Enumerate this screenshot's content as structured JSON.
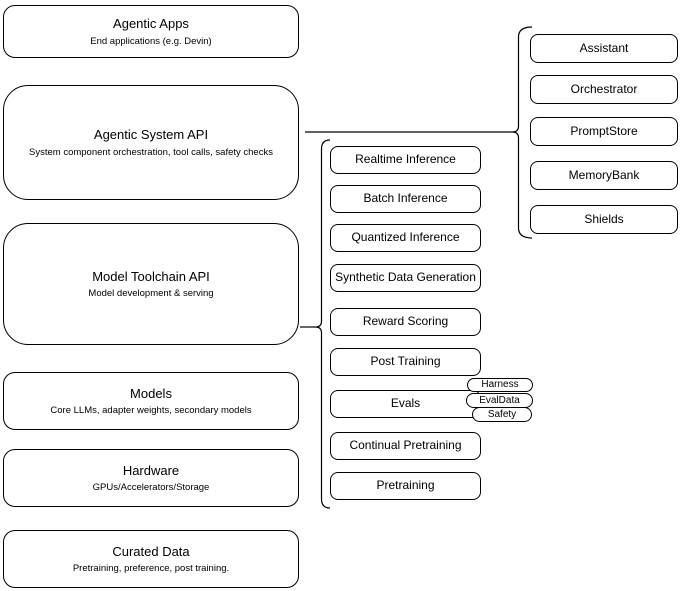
{
  "diagram": {
    "layers": [
      {
        "title": "Agentic Apps",
        "subtitle": "End applications (e.g. Devin)"
      },
      {
        "title": "Agentic System API",
        "subtitle": "System component orchestration, tool calls, safety checks"
      },
      {
        "title": "Model Toolchain API",
        "subtitle": "Model development & serving"
      },
      {
        "title": "Models",
        "subtitle": "Core LLMs, adapter weights, secondary models"
      },
      {
        "title": "Hardware",
        "subtitle": "GPUs/Accelerators/Storage"
      },
      {
        "title": "Curated Data",
        "subtitle": "Pretraining, preference, post training."
      }
    ],
    "toolchain": {
      "items": [
        "Realtime Inference",
        "Batch Inference",
        "Quantized Inference",
        "Synthetic Data Generation",
        "Reward Scoring",
        "Post Training",
        "Evals",
        "Continual Pretraining",
        "Pretraining"
      ]
    },
    "evals_tags": {
      "items": [
        "Harness",
        "EvalData",
        "Safety"
      ]
    },
    "components": {
      "items": [
        "Assistant",
        "Orchestrator",
        "PromptStore",
        "MemoryBank",
        "Shields"
      ]
    },
    "colors": {
      "stroke": "#000000",
      "fill": "#ffffff",
      "text": "#000000"
    }
  }
}
